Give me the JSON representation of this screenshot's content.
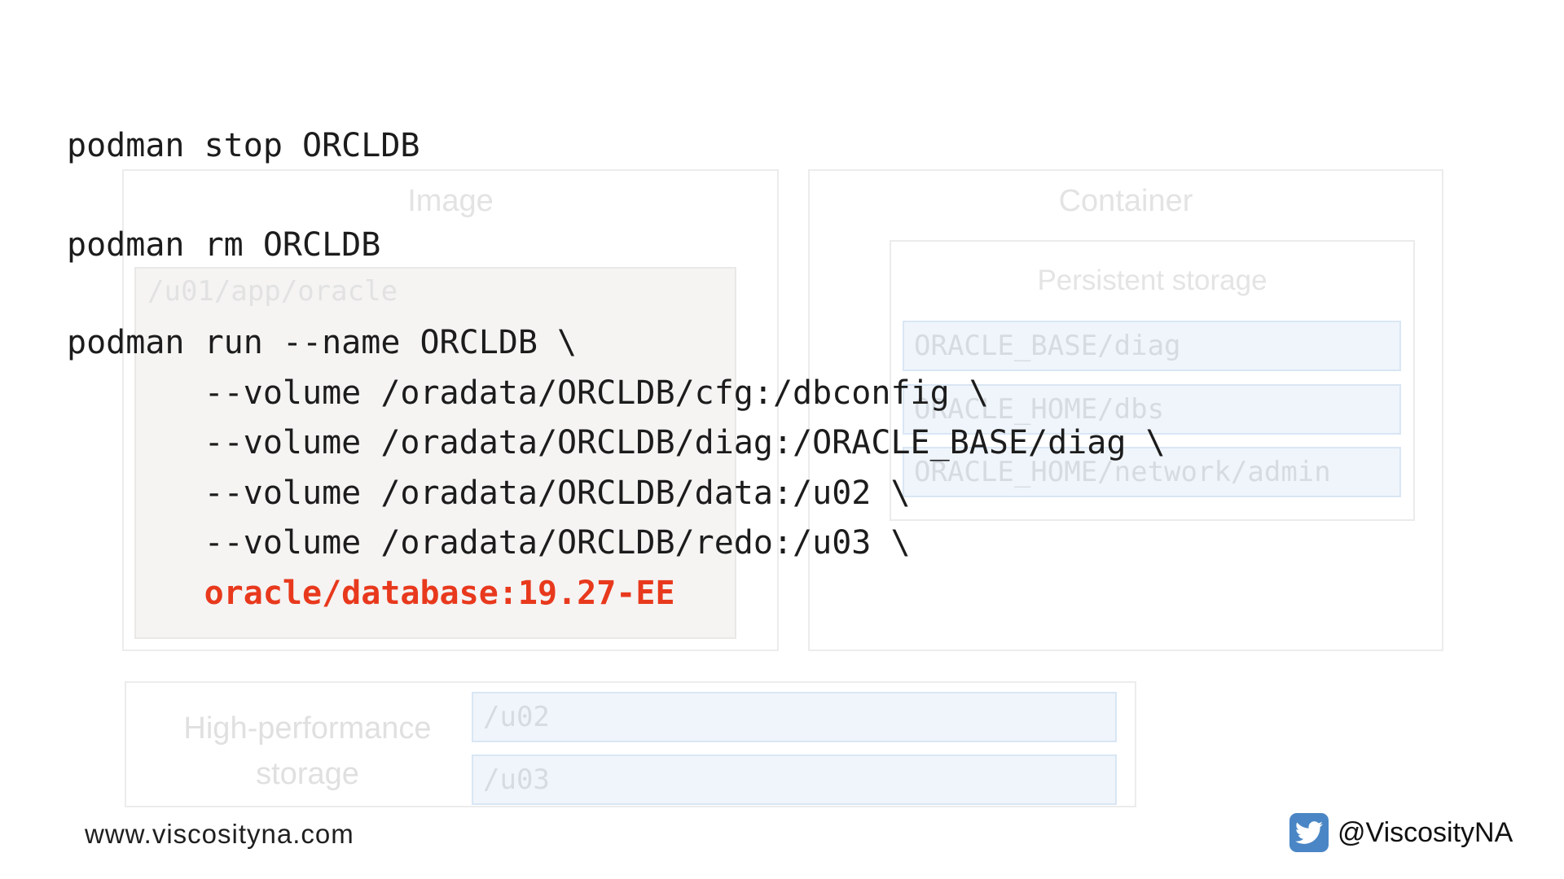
{
  "code": {
    "accent_color": "#e8391d",
    "lines": [
      {
        "text": "podman stop ORCLDB"
      },
      {
        "text": "podman rm ORCLDB"
      },
      {
        "text": "podman run --name ORCLDB \\"
      },
      {
        "text": "       --volume /oradata/ORCLDB/cfg:/dbconfig \\"
      },
      {
        "text": "       --volume /oradata/ORCLDB/diag:/ORACLE_BASE/diag \\"
      },
      {
        "text": "       --volume /oradata/ORCLDB/data:/u02 \\"
      },
      {
        "text": "       --volume /oradata/ORCLDB/redo:/u03 \\"
      },
      {
        "text": "       oracle/database:19.27-EE"
      }
    ]
  },
  "diagram": {
    "image_box": {
      "label": "Image",
      "path": "/u01/app/oracle"
    },
    "container_box": {
      "label": "Container",
      "persistent": {
        "label": "Persistent storage",
        "paths": [
          "ORACLE_BASE/diag",
          "ORACLE_HOME/dbs",
          "ORACLE_HOME/network/admin"
        ]
      }
    },
    "hp_box": {
      "label_line1": "High-performance",
      "label_line2": "storage",
      "paths": [
        "/u02",
        "/u03"
      ]
    }
  },
  "footer": {
    "website": "www.viscosityna.com",
    "twitter_handle": "@ViscosityNA",
    "twitter_icon": "twitter-bird",
    "twitter_blue": "#4a86c5"
  }
}
